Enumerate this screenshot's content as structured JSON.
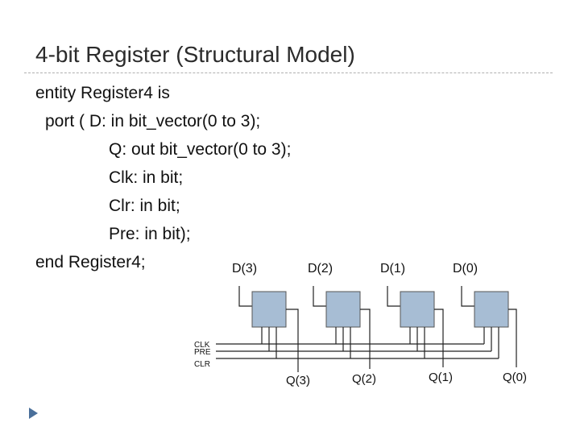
{
  "slide": {
    "title": "4-bit Register (Structural Model)",
    "code_lines": [
      "entity Register4 is",
      "port ( D: in bit_vector(0 to 3);",
      "Q: out bit_vector(0 to 3);",
      "Clk: in bit;",
      "Clr: in bit;",
      "Pre: in bit);",
      "end Register4;"
    ]
  },
  "diagram": {
    "inputs": [
      "D(3)",
      "D(2)",
      "D(1)",
      "D(0)"
    ],
    "outputs": [
      "Q(3)",
      "Q(2)",
      "Q(1)",
      "Q(0)"
    ],
    "control_signals": [
      "CLK",
      "PRE",
      "CLR"
    ],
    "colors": {
      "flipflop_fill": "#a7bdd4",
      "flipflop_stroke": "#555555",
      "wire": "#222222",
      "bullet": "#4a6f9a"
    }
  }
}
